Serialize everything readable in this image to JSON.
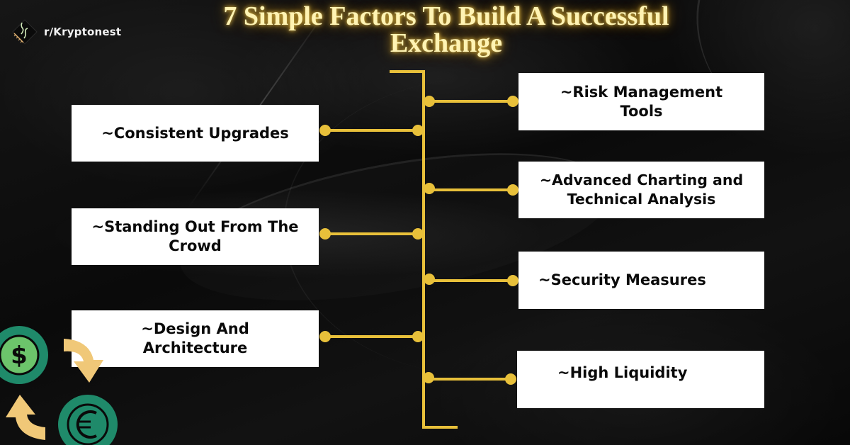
{
  "brand": {
    "name": "r/Kryptonest",
    "logo_icon": "kryptonest-logo-icon"
  },
  "title": {
    "line1": "7 Simple Factors To Build A Successful",
    "line2": "Exchange"
  },
  "colors": {
    "background": "#0b0b0b",
    "connector": "#e8c03a",
    "title_glow": "#fff3b3",
    "box_fill": "#ffffff",
    "box_text": "#0a0a0a",
    "coin_green": "#1f8a6a",
    "coin_inner": "#6cc46b",
    "arrow": "#f0c878"
  },
  "factors": {
    "left": [
      {
        "label": "~Consistent Upgrades"
      },
      {
        "label": "~Standing Out From The Crowd"
      },
      {
        "label": "~Design And Architecture"
      }
    ],
    "right": [
      {
        "label": "~Risk Management Tools"
      },
      {
        "label": "~Advanced Charting and Technical Analysis"
      },
      {
        "label": "~Security Measures"
      },
      {
        "label": "~High Liquidity"
      }
    ]
  },
  "decoration": {
    "icons": [
      "dollar-coin-icon",
      "euro-coin-icon",
      "exchange-arrow-icon"
    ]
  }
}
